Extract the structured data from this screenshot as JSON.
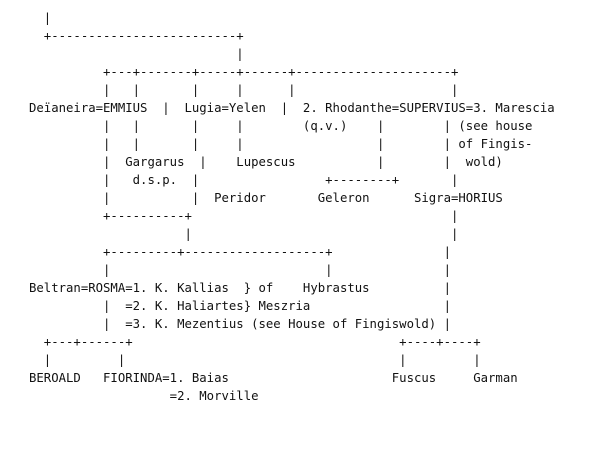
{
  "diagram": {
    "title": "",
    "lines": [
      "  |",
      "  +-------------------------+",
      "                            |",
      "          +---+-------+-----+------+---------------------+",
      "          |   |       |     |      |                     |",
      "Deïaneira=EMMIUS  |  Lugia=Yelen  |  2. Rhodanthe=SUPERVIUS=3. Marescia",
      "          |   |       |     |        (q.v.)    |        | (see house",
      "          |   |       |     |                  |        | of Fingis-",
      "          |  Gargarus  |    Lupescus           |        |  wold)",
      "          |   d.s.p.  |                 +--------+       |",
      "          |           |  Peridor       Geleron      Sigra=HORIUS",
      "          +----------+                                   |",
      "                     |                                   |",
      "          +---------+-------------------+               |",
      "          |                             |               |",
      "Beltran=ROSMA=1. K. Kallias  } of    Hybrastus          |",
      "          |  =2. K. Haliartes} Meszria                  |",
      "          |  =3. K. Mezentius (see House of Fingiswold) |",
      "  +---+------+                                    +----+----+",
      "  |         |                                     |         |",
      "BEROALD   FIORINDA=1. Baias                      Fuscus     Garman",
      "                   =2. Morville"
    ]
  }
}
